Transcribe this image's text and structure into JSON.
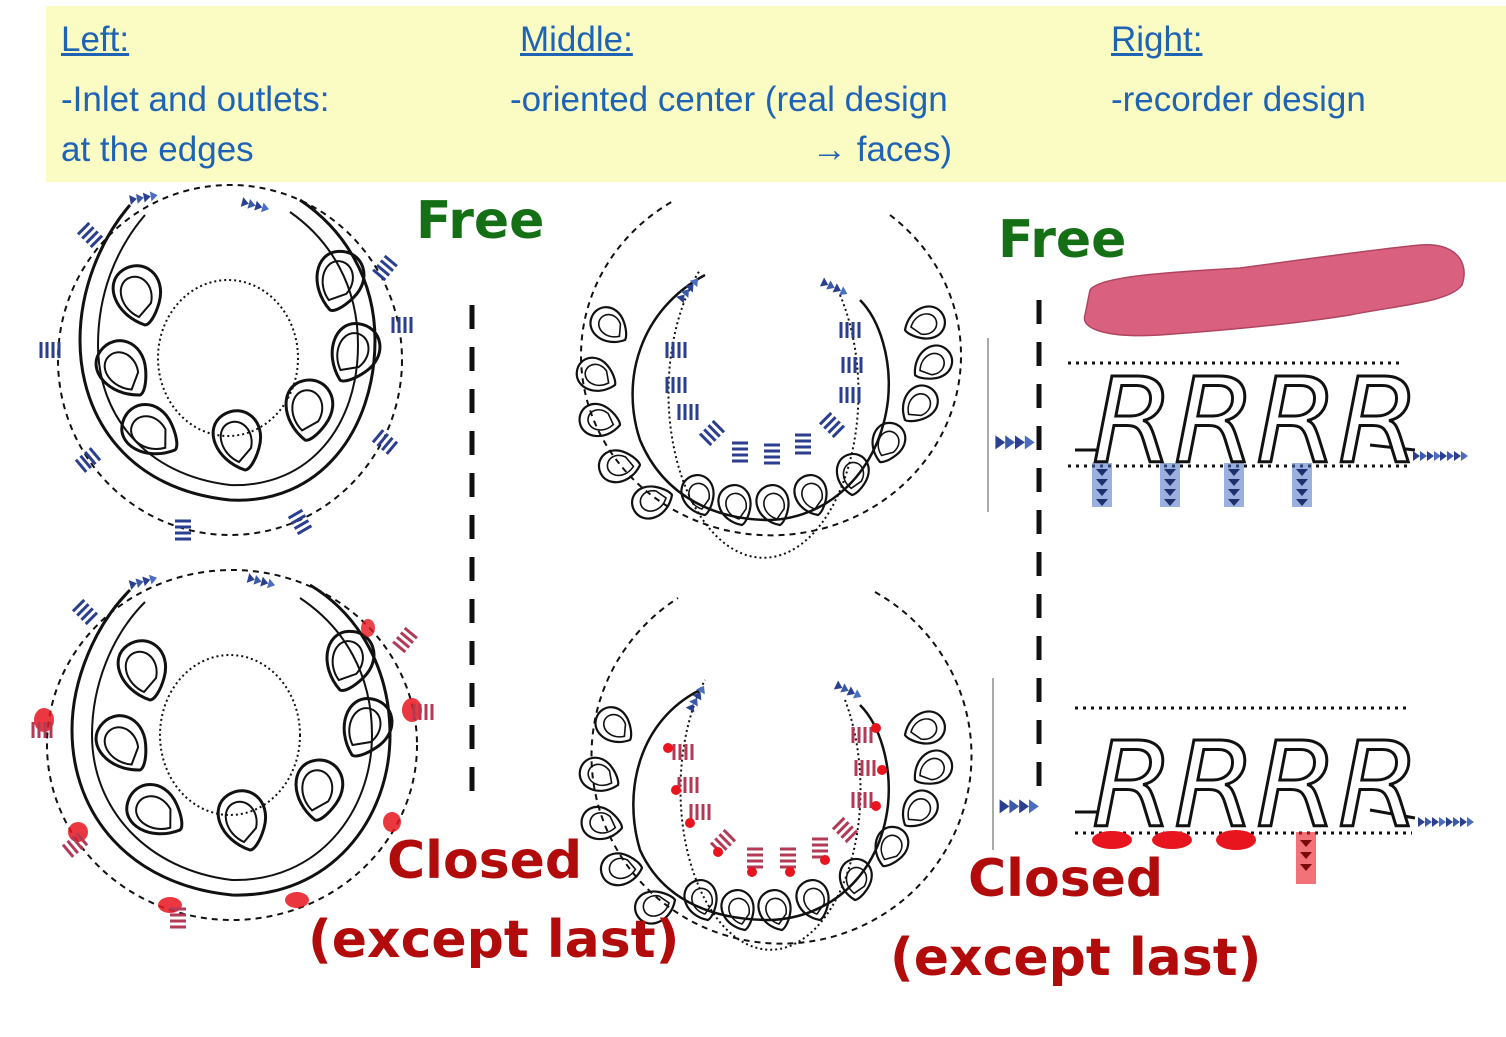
{
  "header": {
    "left": {
      "title": "Left:",
      "line1": "-Inlet and outlets:",
      "line2": "at the edges"
    },
    "middle": {
      "title": "Middle:",
      "line1": "-oriented center (real design",
      "line2": "→ faces)"
    },
    "right": {
      "title": "Right:",
      "line1": "-recorder design"
    }
  },
  "labels": {
    "free_middle": "Free",
    "free_right": "Free",
    "closed_middle_line1": "Closed",
    "closed_middle_line2": "(except last)",
    "closed_right_line1": "Closed",
    "closed_right_line2": "(except last)"
  },
  "glyphs": {
    "r_row": "RRRR"
  },
  "colors": {
    "banner": "#fbfbc4",
    "header_text": "#1f63b5",
    "free": "#157015",
    "closed": "#b20b0b",
    "arrow": "#2a3f8f",
    "plug": "#e8141e",
    "tissue": "#d9607f"
  }
}
